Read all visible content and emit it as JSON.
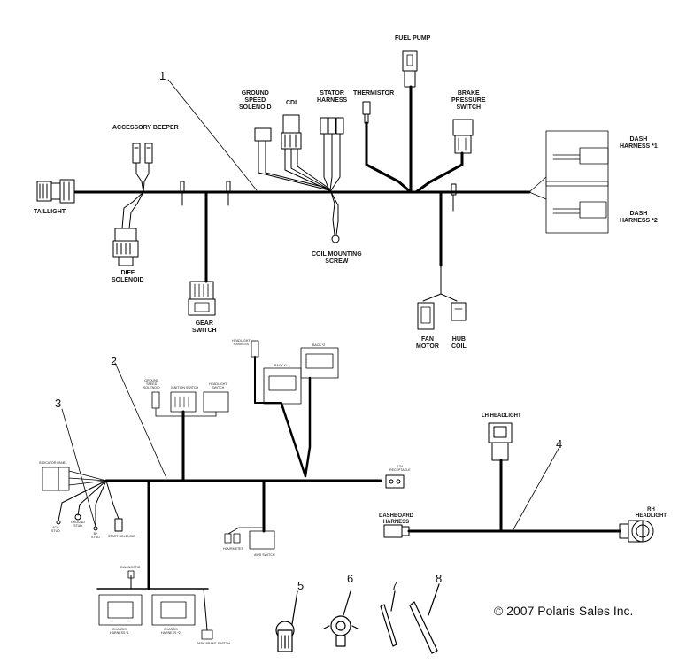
{
  "callouts": [
    "1",
    "2",
    "3",
    "4",
    "5",
    "6",
    "7",
    "8"
  ],
  "main_harness": {
    "taillight": "TAILLIGHT",
    "accessory_beeper": "ACCESSORY BEEPER",
    "diff_solenoid": [
      "DIFF",
      "SOLENOID"
    ],
    "gear_switch": [
      "GEAR",
      "SWITCH"
    ],
    "ground_speed_solenoid": [
      "GROUND",
      "SPEED",
      "SOLENOID"
    ],
    "cdi": "CDI",
    "stator_harness": [
      "STATOR",
      "HARNESS"
    ],
    "thermistor": "THERMISTOR",
    "fuel_pump": "FUEL PUMP",
    "brake_pressure_switch": [
      "BRAKE",
      "PRESSURE",
      "SWITCH"
    ],
    "coil_mounting_screw": [
      "COIL MOUNTING",
      "SCREW"
    ],
    "dash_harness_1": [
      "DASH",
      "HARNESS *1"
    ],
    "dash_harness_2": [
      "DASH",
      "HARNESS *2"
    ],
    "fan_motor": [
      "FAN",
      "MOTOR"
    ],
    "hub_coil": [
      "HUB",
      "COIL"
    ]
  },
  "dash_harness": {
    "headlight_harness": [
      "HEADLIGHT",
      "HARNESS"
    ],
    "back_1": "BACK *1",
    "back_2": "BACK *2",
    "ground_speed_solenoid": [
      "GROUND",
      "SPEED",
      "SOLENOID"
    ],
    "ignition_switch": "IGNITION SWITCH",
    "headlight_switch": [
      "HEADLIGHT",
      "SWITCH"
    ],
    "indicator_panel": "INDICATOR PANEL",
    "acc_stud": [
      "ACC",
      "STUD"
    ],
    "ground_stud": [
      "GROUND",
      "STUD"
    ],
    "b_stud": [
      "B+",
      "STUD"
    ],
    "start_solenoid": "START SOLENOID",
    "receptacle_12v": [
      "12V",
      "RECEPTACLE"
    ],
    "hourmeter": "HOURMETER",
    "awd_switch": "AWD SWITCH",
    "diagnostic": "DIAGNOSTIC",
    "chassis_harness_1": [
      "CHASSIS",
      "HARNESS *1"
    ],
    "chassis_harness_2": [
      "CHASSIS",
      "HARNESS *2"
    ],
    "park_brake_switch": "PARK BRAKE SWITCH"
  },
  "headlight_harness": {
    "lh_headlight": "LH HEADLIGHT",
    "rh_headlight": [
      "RH",
      "HEADLIGHT"
    ],
    "dashboard_harness": [
      "DASHBOARD",
      "HARNESS"
    ]
  },
  "copyright": "© 2007 Polaris Sales Inc."
}
